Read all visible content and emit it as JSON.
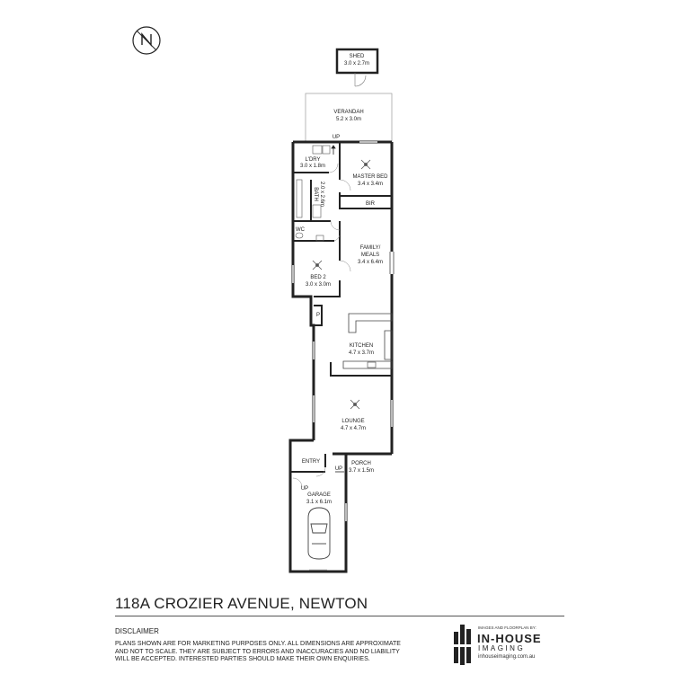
{
  "title": "118A CROZIER AVENUE, NEWTON",
  "disclaimer": {
    "heading": "DISCLAIMER",
    "text": "PLANS SHOWN ARE FOR MARKETING PURPOSES ONLY. ALL DIMENSIONS ARE APPROXIMATE AND NOT TO SCALE. THEY ARE SUBJECT TO ERRORS AND INACCURACIES AND NO LIABILITY WILL BE ACCEPTED. INTERESTED PARTIES SHOULD MAKE THEIR OWN ENQUIRIES."
  },
  "logo": {
    "tagline": "IMAGES AND FLOORPLAN BY:",
    "name": "IN-HOUSE",
    "sub": "IMAGING",
    "url": "inhouseimaging.com.au"
  },
  "compass_icon": "north-arrow-icon",
  "rooms": {
    "shed": {
      "name": "SHED",
      "size": "3.0 x 2.7m"
    },
    "verandah": {
      "name": "VERANDAH",
      "size": "5.2 x 3.0m"
    },
    "laundry": {
      "name": "L'DRY",
      "size": "3.0 x 1.8m"
    },
    "master_bed": {
      "name": "MASTER BED",
      "size": "3.4 x 3.4m"
    },
    "bath": {
      "name": "BATH",
      "size": "2.0 x 2.6m"
    },
    "bir": {
      "name": "BIR"
    },
    "wc": {
      "name": "WC"
    },
    "family_meals": {
      "name": "FAMILY/",
      "name2": "MEALS",
      "size": "3.4 x 6.4m"
    },
    "bed2": {
      "name": "BED 2",
      "size": "3.0 x 3.0m"
    },
    "pantry": {
      "name": "P"
    },
    "kitchen": {
      "name": "KITCHEN",
      "size": "4.7 x 3.7m"
    },
    "lounge": {
      "name": "LOUNGE",
      "size": "4.7 x 4.7m"
    },
    "entry": {
      "name": "ENTRY"
    },
    "porch": {
      "name": "PORCH",
      "size": "3.7 x 1.5m"
    },
    "garage": {
      "name": "GARAGE",
      "size": "3.1 x 6.1m"
    }
  },
  "markers": {
    "up_verandah": "UP",
    "up_porch": "UP",
    "up_garage": "UP"
  }
}
